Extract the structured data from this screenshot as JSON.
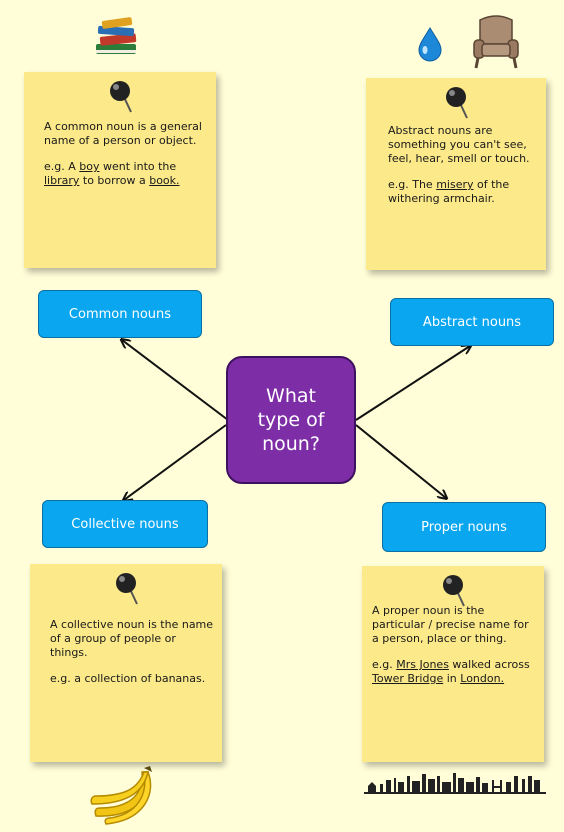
{
  "center": {
    "label": "What type of noun?"
  },
  "boxes": {
    "common": "Common nouns",
    "abstract": "Abstract nouns",
    "collective": "Collective nouns",
    "proper": "Proper nouns"
  },
  "notes": {
    "common": {
      "definition": "A common noun is a general name of a person or object.",
      "example": {
        "prefix": "e.g. A ",
        "w1": "boy",
        "mid1": " went into the ",
        "w2": "library",
        "mid2": " to borrow a ",
        "w3": "book."
      }
    },
    "abstract": {
      "definition": "Abstract nouns are something you can't see, feel, hear, smell or touch.",
      "example": {
        "prefix": "e.g. The ",
        "w1": "misery",
        "suffix": " of the withering armchair."
      }
    },
    "collective": {
      "definition": "A collective noun is the name of a group of people or things.",
      "example": "e.g. a collection of bananas."
    },
    "proper": {
      "definition": "A proper noun is the particular / precise name for a person, place or thing.",
      "example": {
        "prefix": "e.g. ",
        "w1": "Mrs Jones",
        "mid1": " walked across ",
        "w2": "Tower Bridge",
        "mid2": " in ",
        "w3": "London."
      }
    }
  },
  "icons": [
    "books-icon",
    "water-drop-icon",
    "armchair-icon",
    "bananas-icon",
    "city-skyline-icon"
  ],
  "colors": {
    "background": "#fffed8",
    "note": "#fbe98a",
    "box": "#0aa6ef",
    "center": "#7d2da6"
  }
}
